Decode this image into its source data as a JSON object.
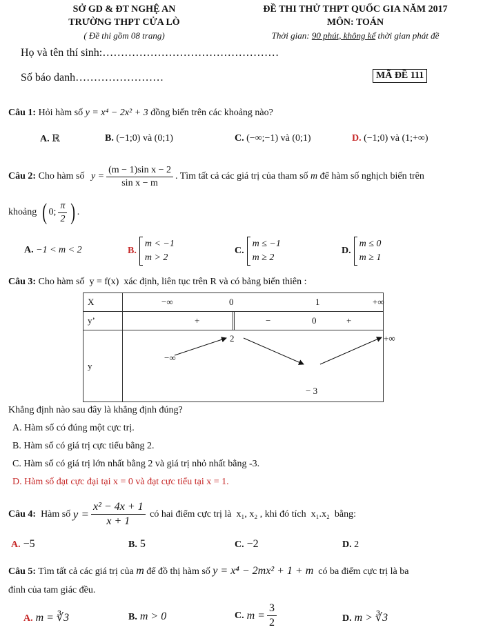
{
  "header": {
    "left_line1": "SỞ GD & ĐT NGHỆ AN",
    "left_line2": "TRƯỜNG THPT CỬA LÒ",
    "left_line3": "( Đề thi gồm 08 trang)",
    "right_line1": "ĐỀ THI THỬ THPT QUỐC GIA NĂM 2017",
    "right_line2": "MÔN: TOÁN",
    "right_time_prefix": "Thời gian: ",
    "right_time_underlined": "90 phút, không kể",
    "right_time_suffix": " thời gian phát đề"
  },
  "student": {
    "name_label": "Họ và tên thí sinh:…………………………………………",
    "sbd_label": "Số báo danh……………………",
    "exam_code": "MÃ ĐỀ 111"
  },
  "q1": {
    "label": "Câu 1:",
    "text_a": " Hỏi hàm số ",
    "formula": "y = x⁴ − 2x² + 3",
    "text_b": " đồng biến trên các khoảng nào?",
    "options": [
      {
        "key": "A.",
        "text": "ℝ"
      },
      {
        "key": "B.",
        "text": "(−1;0) và (0;1)"
      },
      {
        "key": "C.",
        "text": "(−∞;−1) và (0;1)"
      },
      {
        "key": "D.",
        "text": "(−1;0) và (1;+∞)"
      }
    ]
  },
  "q2": {
    "label": "Câu 2:",
    "text_a": " Cho hàm số ",
    "y_eq": "y =",
    "num": "(m − 1)sin x − 2",
    "den": "sin x − m",
    "text_b": ". Tìm tất cả các giá trị của tham số",
    "param": " m ",
    "text_c": "để hàm số nghịch biến trên",
    "interval_label": "khoảng",
    "interval_a": "0;",
    "pi": "π",
    "two": "2",
    "period": ".",
    "options": [
      {
        "key": "A.",
        "text": "−1 < m < 2"
      },
      {
        "key": "B.",
        "top": "m < −1",
        "bottom": "m > 2"
      },
      {
        "key": "C.",
        "top": "m ≤ −1",
        "bottom": "m ≥ 2"
      },
      {
        "key": "D.",
        "top": "m ≤ 0",
        "bottom": "m ≥ 1"
      }
    ]
  },
  "q3": {
    "label": "Câu 3:",
    "text": " Cho hàm số  y = f(x)  xác định, liên tục trên R và có bảng biến thiên :",
    "table": {
      "row_x": "X",
      "row_yp": "y’",
      "row_y": "y",
      "x_vals": [
        "−∞",
        "0",
        "1",
        "+∞"
      ],
      "yp_signs": [
        "+",
        "−",
        "0",
        "+"
      ],
      "y_vals": {
        "left": "−∞",
        "max": "2",
        "min": "− 3",
        "right": "+∞"
      }
    },
    "question": "Khẳng định nào sau đây là khẳng định đúng?",
    "options": [
      "A. Hàm số có đúng một cực trị.",
      "B. Hàm số có giá trị cực tiểu bằng 2.",
      "C. Hàm số có giá trị lớn nhất bằng 2 và giá trị nhỏ nhất bằng -3.",
      "D. Hàm số đạt cực đại tại x = 0 và đạt cực tiểu tại x = 1."
    ]
  },
  "q4": {
    "label": "Câu 4:",
    "text_a": "  Hàm số ",
    "y_eq": "y =",
    "num": "x² − 4x + 1",
    "den": "x + 1",
    "text_b": " có hai điểm cực trị là  x₁, x₂ , khi đó tích  x₁.x₂  bằng:",
    "options": [
      {
        "key": "A.",
        "text": "−5"
      },
      {
        "key": "B.",
        "text": "5"
      },
      {
        "key": "C.",
        "text": "−2"
      },
      {
        "key": "D.",
        "text": "2"
      }
    ]
  },
  "q5": {
    "label": "Câu 5:",
    "text_a": " Tìm tất cả các giá trị của ",
    "param": "m",
    "text_b": " để đồ thị hàm số ",
    "formula": "y = x⁴ − 2mx² + 1 + m",
    "text_c": "  có ba điểm cực trị là ba",
    "line2": "đỉnh của tam giác đều.",
    "options": [
      {
        "key": "A.",
        "text": "m = ∛3"
      },
      {
        "key": "B.",
        "text": "m > 0"
      },
      {
        "key": "C.",
        "pre": "m =",
        "num": "3",
        "den": "2"
      },
      {
        "key": "D.",
        "text": "m > ∛3"
      }
    ]
  },
  "colors": {
    "answer_red": "#c62828",
    "text": "#111111"
  }
}
